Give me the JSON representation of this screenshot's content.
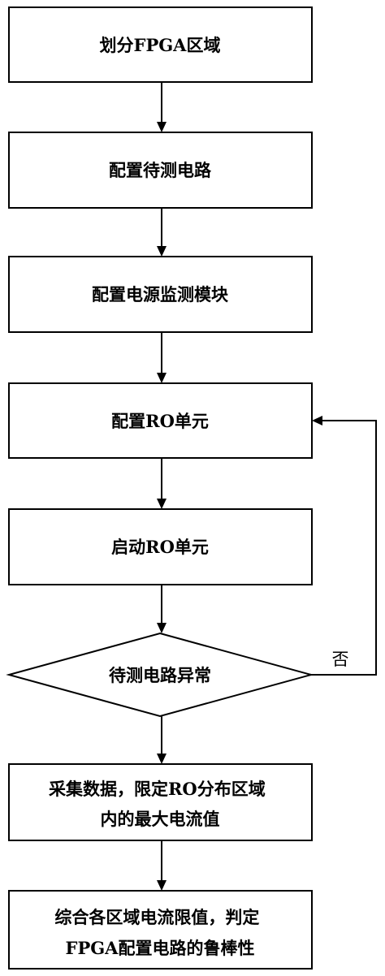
{
  "flowchart": {
    "steps": [
      {
        "lines": [
          "划分FPGA区域"
        ]
      },
      {
        "lines": [
          "配置待测电路"
        ]
      },
      {
        "lines": [
          "配置电源监测模块"
        ]
      },
      {
        "lines": [
          "配置RO单元"
        ]
      },
      {
        "lines": [
          "启动RO单元"
        ]
      },
      {
        "lines": [
          "待测电路异常"
        ]
      },
      {
        "lines": [
          "采集数据，限定RO分布区域",
          "内的最大电流值"
        ]
      },
      {
        "lines": [
          "综合各区域电流限值，判定",
          "FPGA配置电路的鲁棒性"
        ]
      }
    ],
    "decision_no_label": "否"
  }
}
